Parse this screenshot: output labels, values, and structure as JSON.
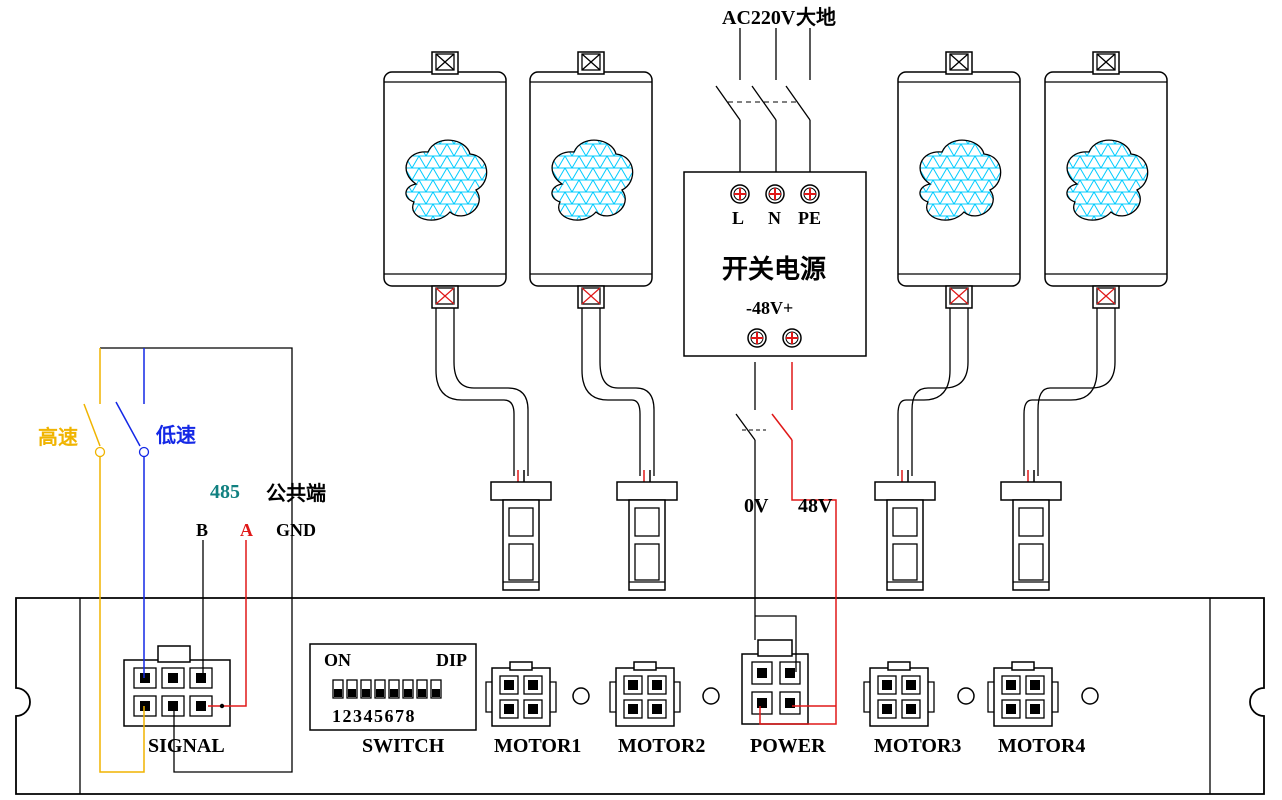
{
  "power_input": {
    "ac_label": "AC220V",
    "earth_label": "大地"
  },
  "power_supply": {
    "title": "开关电源",
    "terminals": [
      "L",
      "N",
      "PE"
    ],
    "output_label": "-48V+"
  },
  "dc_switch": {
    "zero_label": "0V",
    "plus_label": "48V"
  },
  "signal_wiring": {
    "high_speed": "高速",
    "low_speed": "低速",
    "rs485": "485",
    "line_b": "B",
    "line_a": "A",
    "common": "公共端",
    "gnd": "GND"
  },
  "controller": {
    "signal_label": "SIGNAL",
    "switch_label": "SWITCH",
    "dip_on": "ON",
    "dip_text": "DIP",
    "dip_numbers": "12345678",
    "motor_labels": [
      "MOTOR1",
      "MOTOR2",
      "MOTOR3",
      "MOTOR4"
    ],
    "power_label": "POWER"
  },
  "colors": {
    "high_speed": "#f0b400",
    "low_speed": "#1428e6",
    "rs485": "#108080",
    "line_a": "#e01818",
    "plus_48v": "#e01818",
    "coil_fill": "#00ccff"
  }
}
